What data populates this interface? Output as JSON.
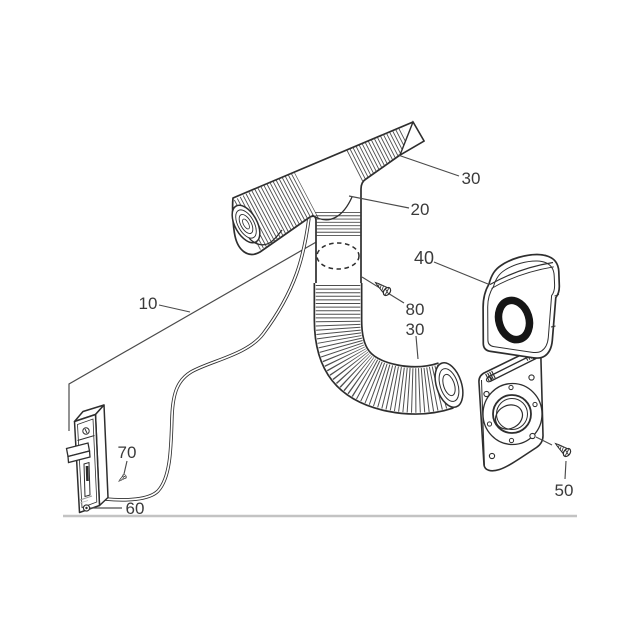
{
  "diagram": {
    "type": "exploded-parts-diagram",
    "background_color": "#ffffff",
    "highlighted_ref": "40",
    "colors": {
      "line": "#2e2e2e",
      "label": "#3a3a3a",
      "highlight": "#d4722c",
      "ground_line": "#c3c3c3",
      "seal_ring": "#161616"
    },
    "labels": {
      "hose_top": "30",
      "tee": "20",
      "vent_cover": "40",
      "screw_duct": "80",
      "hose_elbow": "30",
      "wall": "10",
      "screw_panel": "70",
      "panel": "60",
      "screw_vent": "50"
    }
  }
}
